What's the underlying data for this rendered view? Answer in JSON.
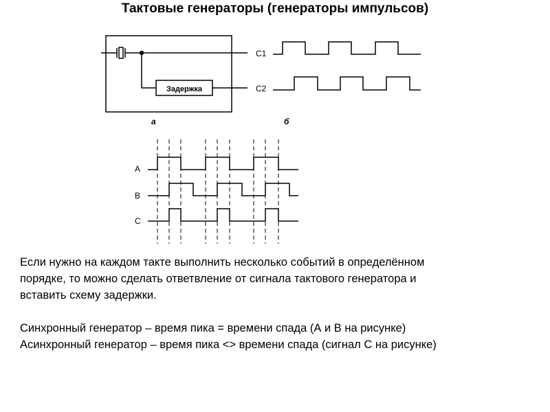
{
  "title": "Тактовые генераторы (генераторы импульсов)",
  "figure_a": {
    "delay_label": "Задержка",
    "sub_label": "а"
  },
  "figure_b": {
    "c1_label": "C1",
    "c2_label": "C2",
    "sub_label": "б"
  },
  "timing": {
    "label_a": "A",
    "label_b": "B",
    "label_c": "C"
  },
  "text": {
    "para1_line1": "Если нужно на каждом такте выполнить несколько событий в определённом",
    "para1_line2": "порядке, то можно сделать ответвление от сигнала тактового генератора и",
    "para1_line3": "вставить схему задержки.",
    "para2_line1": "Синхронный генератор – время пика = времени спада (А и В на рисунке)",
    "para2_line2": "Асинхронный генератор – время пика <> времени спада (сигнал С на рисунке)"
  }
}
